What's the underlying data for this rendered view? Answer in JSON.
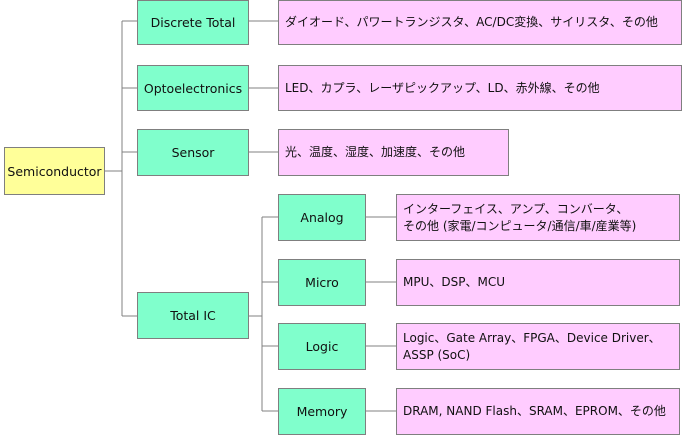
{
  "root": {
    "label": "Semiconductor"
  },
  "categories": [
    {
      "label": "Discrete Total",
      "description": "ダイオード、パワートランジスタ、AC/DC変換、サイリスタ、その他"
    },
    {
      "label": "Optoelectronics",
      "description": "LED、カプラ、レーザピックアップ、LD、赤外線、その他"
    },
    {
      "label": "Sensor",
      "description": "光、温度、湿度、加速度、その他"
    },
    {
      "label": "Total IC",
      "children": [
        {
          "label": "Analog",
          "description": "インターフェイス、アンプ、コンバータ、\nその他 (家電/コンピュータ/通信/車/産業等)"
        },
        {
          "label": "Micro",
          "description": "MPU、DSP、MCU"
        },
        {
          "label": "Logic",
          "description": "Logic、Gate Array、FPGA、Device Driver、\nASSP (SoC)"
        },
        {
          "label": "Memory",
          "description": "DRAM, NAND Flash、SRAM、EPROM、その他"
        }
      ]
    }
  ]
}
